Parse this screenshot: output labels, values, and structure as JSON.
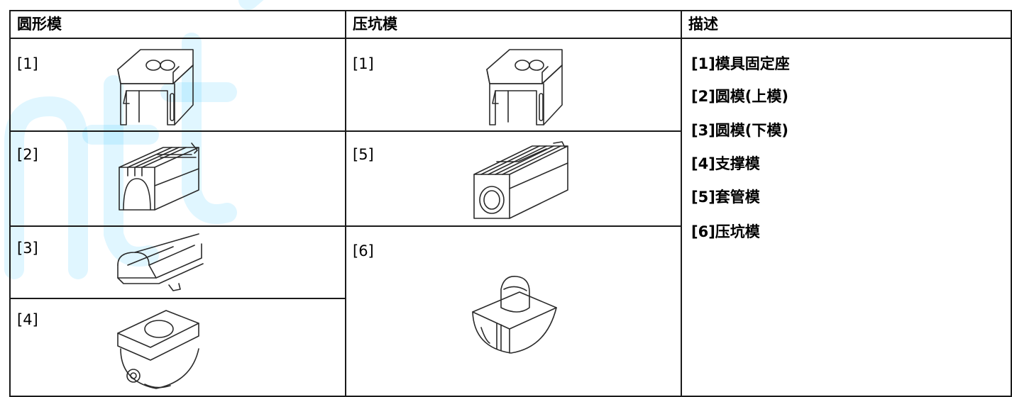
{
  "table": {
    "headers": [
      "圆形模",
      "压坑模",
      "描述"
    ],
    "col1_labels": [
      "[1]",
      "[2]",
      "[3]",
      "[4]"
    ],
    "col2_labels": [
      "[1]",
      "[5]",
      "[6]"
    ],
    "descriptions": [
      "[1]模具固定座",
      "[2]圆模(上模)",
      "[3]圆模(下模)",
      "[4]支撑模",
      "[5]套管模",
      "[6]压坑模"
    ]
  },
  "colors": {
    "border": "#1a1a1a",
    "watermark": "#00b4ff"
  },
  "icons": [
    "mold-holder-icon",
    "round-upper-die-icon",
    "round-lower-die-icon",
    "support-die-icon",
    "sleeve-die-icon",
    "crimp-die-icon",
    "watermark-icon"
  ]
}
